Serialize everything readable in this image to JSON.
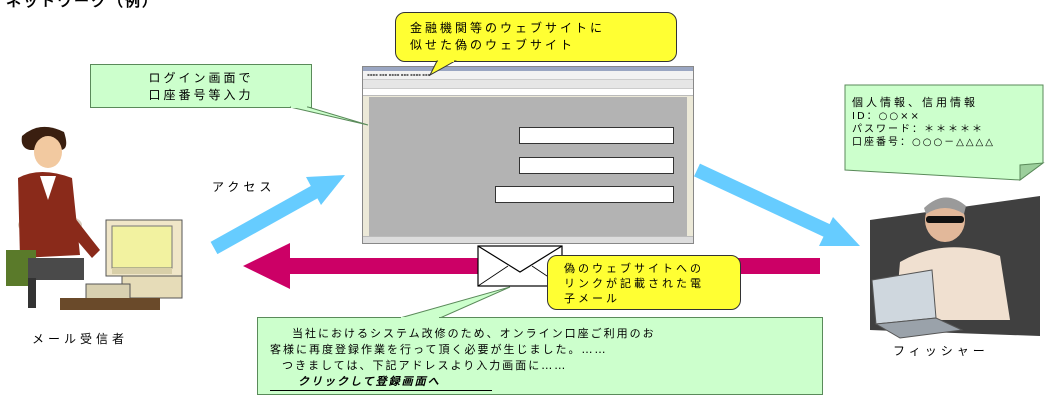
{
  "title_partial": "ネットワーク（例）",
  "callouts": {
    "fake_site": [
      "金融機関等のウェブサイトに",
      "似せた偽のウェブサイト"
    ],
    "login": [
      "ログイン画面で",
      "口座番号等入力"
    ],
    "personal_info": [
      "個人情報、信用情報",
      "ID：○○××",
      "パスワード：＊＊＊＊＊",
      "口座番号：○○○－△△△△"
    ],
    "fake_link": [
      "偽のウェブサイトへの",
      "リンクが記載された電",
      "子メール"
    ],
    "email_body": [
      "当社におけるシステム改修のため、オンライン口座ご利用のお",
      "客様に再度登録作業を行って頂く必要が生じました。……",
      "つきましては、下記アドレスより入力画面に……",
      "クリックして登録画面へ"
    ]
  },
  "labels": {
    "access": "アクセス",
    "recipient": "メール受信者",
    "phisher": "フィッシャー"
  },
  "colors": {
    "callout_green": "#ccffcc",
    "callout_yellow": "#ffff33",
    "arrow_blue": "#66ccff",
    "arrow_magenta": "#cc0066",
    "screen_gray": "#b3b3b3"
  }
}
